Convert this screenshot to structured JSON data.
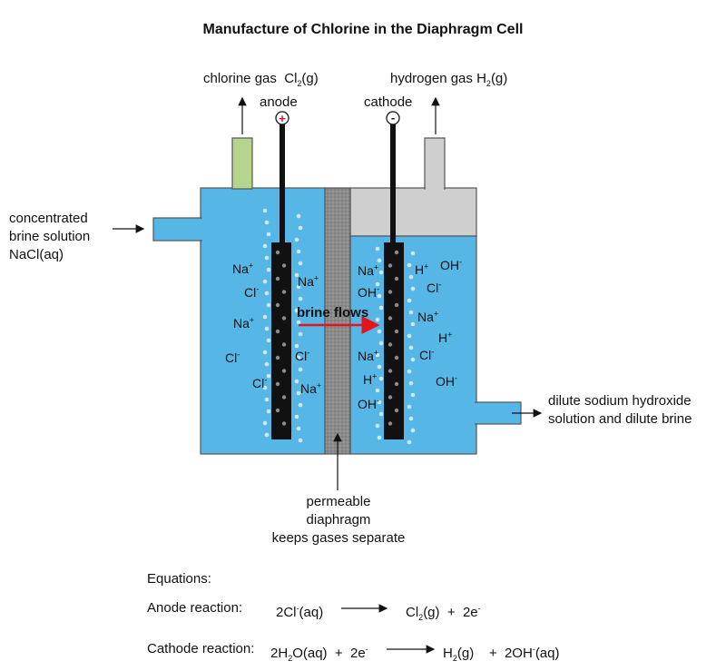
{
  "title": "Manufacture of Chlorine in the Diaphragm Cell",
  "labels": {
    "chlorine_gas": "chlorine gas",
    "chlorine_formula": "Cl",
    "chlorine_sub": "2",
    "chlorine_state": "(g)",
    "hydrogen_gas": "hydrogen gas",
    "hydrogen_formula": "H",
    "hydrogen_sub": "2",
    "hydrogen_state": "(g)",
    "anode": "anode",
    "cathode": "cathode",
    "anode_sign": "+",
    "cathode_sign": "-",
    "inlet_line1": "concentrated",
    "inlet_line2": "brine solution",
    "inlet_line3": "NaCl(aq)",
    "outlet_line1": "dilute sodium hydroxide",
    "outlet_line2": "solution and dilute brine",
    "diaphragm_line1": "permeable",
    "diaphragm_line2": "diaphragm",
    "diaphragm_line3": "keeps gases separate",
    "brine_flows": "brine flows"
  },
  "ions_left": [
    {
      "base": "Na",
      "charge": "+"
    },
    {
      "base": "Na",
      "charge": "+"
    },
    {
      "base": "Cl",
      "charge": "-"
    },
    {
      "base": "Na",
      "charge": "+"
    },
    {
      "base": "Cl",
      "charge": "-"
    },
    {
      "base": "Cl",
      "charge": "-"
    },
    {
      "base": "Cl",
      "charge": "-"
    },
    {
      "base": "Na",
      "charge": "+"
    }
  ],
  "ions_right": [
    {
      "base": "Na",
      "charge": "+"
    },
    {
      "base": "H",
      "charge": "+"
    },
    {
      "base": "OH",
      "charge": "-"
    },
    {
      "base": "OH",
      "charge": "-"
    },
    {
      "base": "Cl",
      "charge": "-"
    },
    {
      "base": "Na",
      "charge": "+"
    },
    {
      "base": "H",
      "charge": "+"
    },
    {
      "base": "Na",
      "charge": "+"
    },
    {
      "base": "Cl",
      "charge": "-"
    },
    {
      "base": "H",
      "charge": "+"
    },
    {
      "base": "OH",
      "charge": "-"
    },
    {
      "base": "OH",
      "charge": "-"
    }
  ],
  "equations": {
    "heading": "Equations:",
    "anode_label": "Anode reaction:",
    "anode_lhs_a": "2Cl",
    "anode_lhs_sup": "-",
    "anode_lhs_b": "(aq)",
    "anode_rhs_a": "Cl",
    "anode_rhs_sub": "2",
    "anode_rhs_b": "(g)  +  2e",
    "anode_rhs_sup": "-",
    "cathode_label": "Cathode reaction:",
    "cathode_lhs_a": "2H",
    "cathode_lhs_sub": "2",
    "cathode_lhs_b": "O(aq)  +  2e",
    "cathode_lhs_sup": "-",
    "cathode_rhs_a": "H",
    "cathode_rhs_sub": "2",
    "cathode_rhs_b": "(g)    +  2OH",
    "cathode_rhs_sup": "-",
    "cathode_rhs_c": "(aq)"
  },
  "colors": {
    "brine": "#56b7e6",
    "outline": "#555555",
    "electrode": "#111111",
    "diaphragm": "#8a8a8a",
    "chlorine_pipe": "#b5d58c",
    "hydrogen_gas": "#cfcfcf",
    "arrow_red": "#e3141b",
    "bubble": "#cfe8f5"
  }
}
